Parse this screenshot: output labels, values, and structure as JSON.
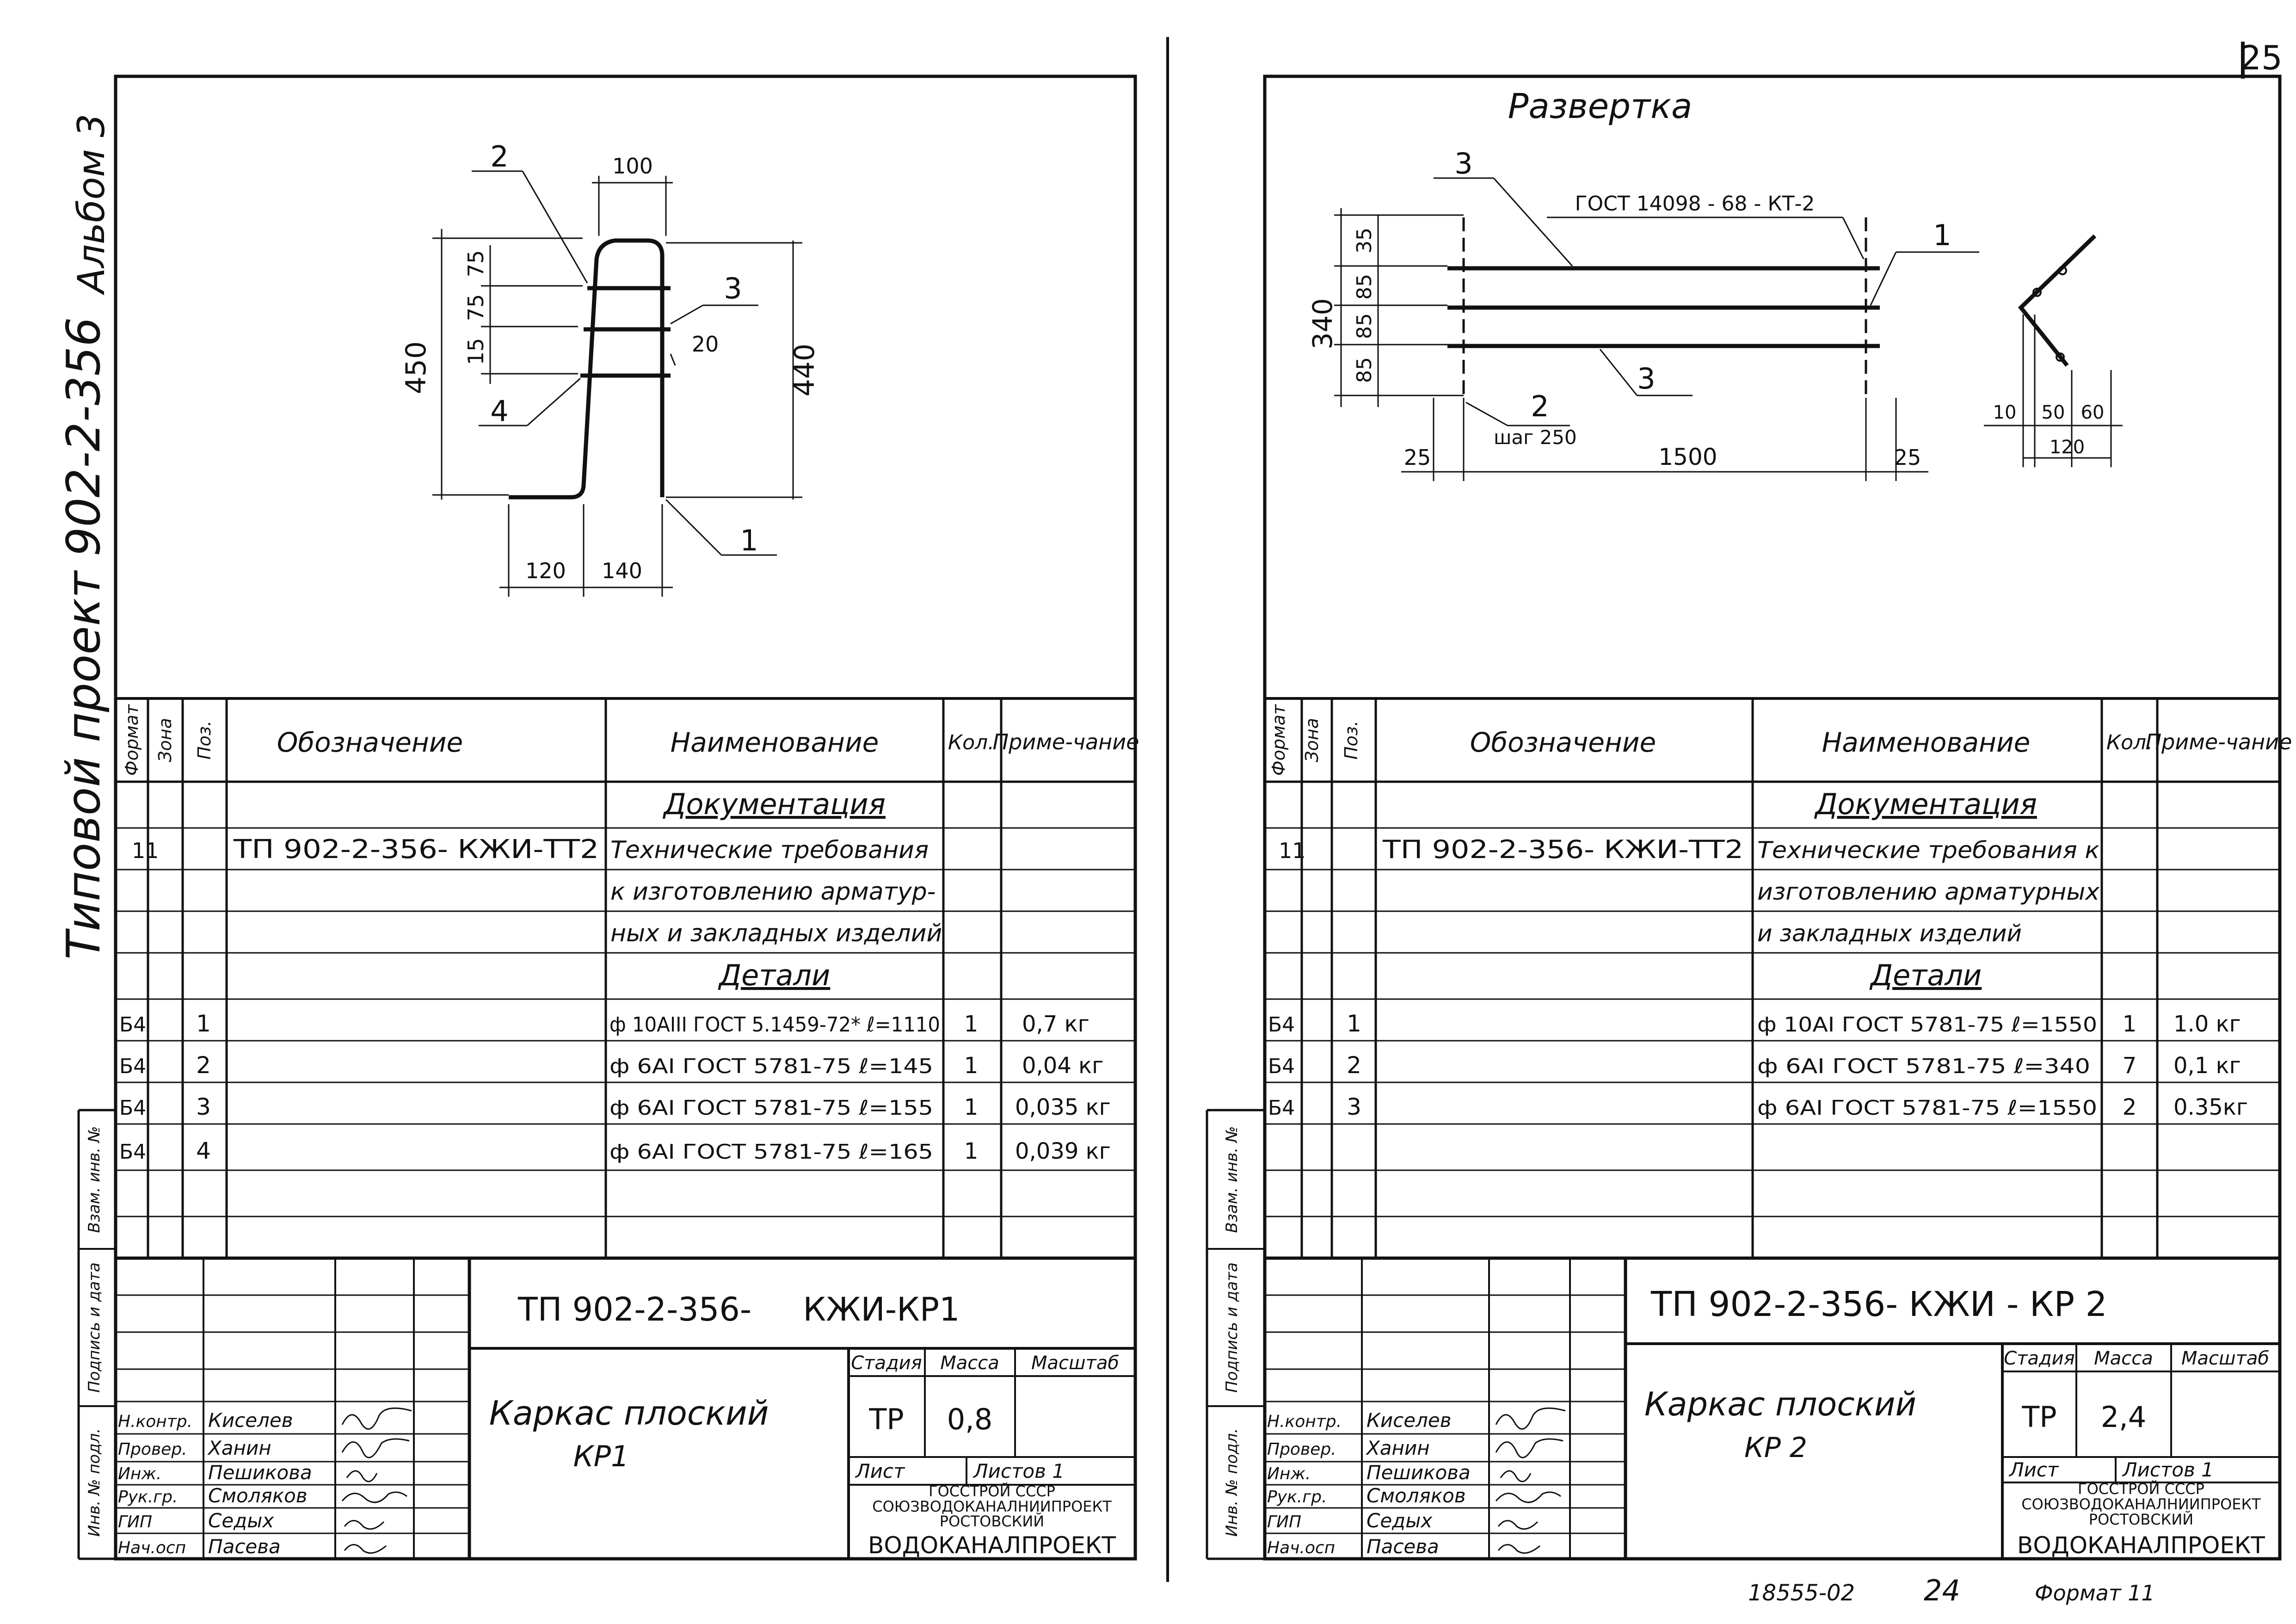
{
  "page_number": "25",
  "album_label": "Альбом 3",
  "project_label": "Типовой проект 902-2-356",
  "side_labels": [
    "Инв. № подл.",
    "Подпись и дата",
    "Взам. инв. №"
  ],
  "bottom_note": {
    "code": "18555-02",
    "sheet": "24",
    "format": "Формат 11"
  },
  "spec_headers": {
    "format": "Формат",
    "zone": "Зона",
    "pos": "Поз.",
    "designation": "Обозначение",
    "name": "Наименование",
    "qty": "Кол.",
    "note": "Приме-чание"
  },
  "sheet1": {
    "drawing": {
      "dims": [
        "100",
        "450",
        "440",
        "15",
        "75",
        "75",
        "20",
        "120",
        "140"
      ],
      "callouts": [
        "1",
        "2",
        "3",
        "4"
      ]
    },
    "sections": {
      "docs": "Документация",
      "details": "Детали"
    },
    "doc_row": {
      "format": "11",
      "designation": "ТП 902-2-356- КЖИ-ТТ2",
      "name_lines": [
        "Технические требования",
        "к изготовлению арматур-",
        "ных и закладных изделий"
      ]
    },
    "details": [
      {
        "format": "Б4",
        "pos": "1",
        "name": "ф 10AIII  ГОСТ 5.1459-72* ℓ=1110",
        "qty": "1",
        "note": "0,7 кг"
      },
      {
        "format": "Б4",
        "pos": "2",
        "name": "ф 6AI  ГОСТ 5781-75  ℓ=145",
        "qty": "1",
        "note": "0,04 кг"
      },
      {
        "format": "Б4",
        "pos": "3",
        "name": "ф 6AI  ГОСТ 5781-75  ℓ=155",
        "qty": "1",
        "note": "0,035 кг"
      },
      {
        "format": "Б4",
        "pos": "4",
        "name": "ф 6AI  ГОСТ 5781-75  ℓ=165",
        "qty": "1",
        "note": "0,039 кг"
      }
    ],
    "title_block": {
      "code": "ТП 902-2-356-     КЖИ-КР1",
      "title_lines": [
        "Каркас плоский",
        "КР1"
      ],
      "stage_label": "Стадия",
      "mass_label": "Масса",
      "scale_label": "Масштаб",
      "stage": "ТР",
      "mass": "0,8",
      "scale": "",
      "sheet_label": "Лист",
      "sheets_label": "Листов 1",
      "org_lines": [
        "ГОССТРОЙ СССР",
        "СОЮЗВОДОКАНАЛНИИПРОЕКТ",
        "РОСТОВСКИЙ"
      ],
      "org_big": "ВОДОКАНАЛПРОЕКТ",
      "people": [
        {
          "role": "Н.контр.",
          "name": "Киселев"
        },
        {
          "role": "Провер.",
          "name": "Ханин"
        },
        {
          "role": "Инж.",
          "name": "Пешикова"
        },
        {
          "role": "Рук.гр.",
          "name": "Смоляков"
        },
        {
          "role": "ГИП",
          "name": "Седых"
        },
        {
          "role": "Нач.осп",
          "name": "Пасева"
        }
      ]
    }
  },
  "sheet2": {
    "drawing": {
      "title": "Развертка",
      "gost": "ГОСТ 14098 - 68 - КТ-2",
      "dims": [
        "35",
        "85",
        "85",
        "85",
        "340",
        "25",
        "1500",
        "25",
        "10",
        "50",
        "60",
        "120"
      ],
      "step": "шаг 250",
      "callouts": [
        "1",
        "2",
        "3",
        "3"
      ]
    },
    "sections": {
      "docs": "Документация",
      "details": "Детали"
    },
    "doc_row": {
      "format": "11",
      "designation": "ТП 902-2-356- КЖИ-ТТ2",
      "name_lines": [
        "Технические требования к",
        "изготовлению арматурных",
        "и закладных изделий"
      ]
    },
    "details": [
      {
        "format": "Б4",
        "pos": "1",
        "name": "ф 10AI  ГОСТ 5781-75  ℓ=1550",
        "qty": "1",
        "note": "1.0 кг"
      },
      {
        "format": "Б4",
        "pos": "2",
        "name": "ф 6AI  ГОСТ 5781-75  ℓ=340",
        "qty": "7",
        "note": "0,1 кг"
      },
      {
        "format": "Б4",
        "pos": "3",
        "name": "ф 6AI  ГОСТ 5781-75  ℓ=1550",
        "qty": "2",
        "note": "0.35кг"
      }
    ],
    "title_block": {
      "code": "ТП 902-2-356- КЖИ - КР 2",
      "title_lines": [
        "Каркас плоский",
        "КР 2"
      ],
      "stage_label": "Стадия",
      "mass_label": "Масса",
      "scale_label": "Масштаб",
      "stage": "ТР",
      "mass": "2,4",
      "scale": "",
      "sheet_label": "Лист",
      "sheets_label": "Листов 1",
      "org_lines": [
        "ГОССТРОЙ СССР",
        "СОЮЗВОДОКАНАЛНИИПРОЕКТ",
        "РОСТОВСКИЙ"
      ],
      "org_big": "ВОДОКАНАЛПРОЕКТ",
      "people": [
        {
          "role": "Н.контр.",
          "name": "Киселев"
        },
        {
          "role": "Провер.",
          "name": "Ханин"
        },
        {
          "role": "Инж.",
          "name": "Пешикова"
        },
        {
          "role": "Рук.гр.",
          "name": "Смоляков"
        },
        {
          "role": "ГИП",
          "name": "Седых"
        },
        {
          "role": "Нач.осп",
          "name": "Пасева"
        }
      ]
    }
  }
}
